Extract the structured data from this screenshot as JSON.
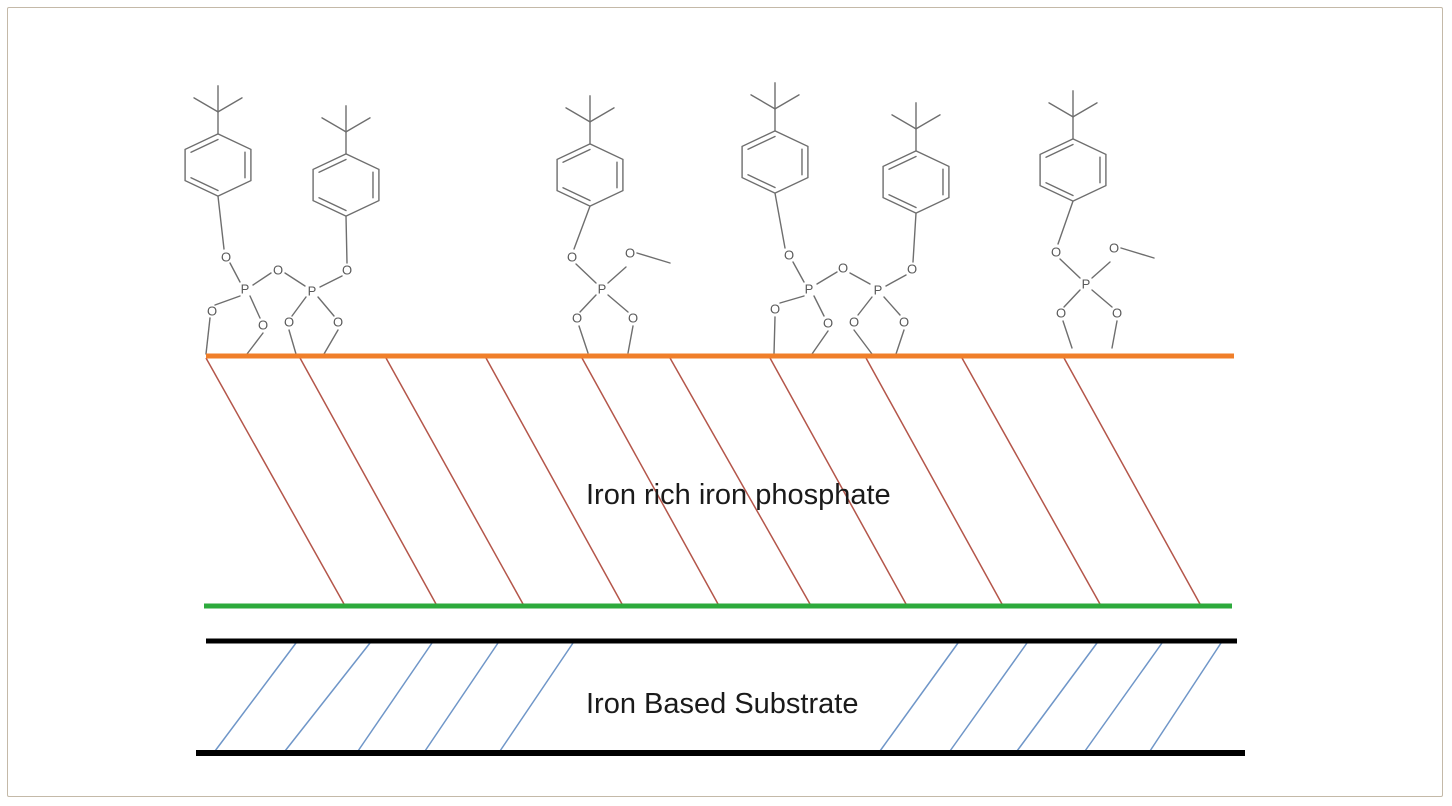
{
  "labels": {
    "phosphate_layer": "Iron rich iron phosphate",
    "substrate_layer": "Iron Based Substrate"
  },
  "atoms": {
    "oxygen": "O",
    "phosphorus": "P"
  },
  "colors": {
    "phosphate_top_line": "#f07f2a",
    "phosphate_hatch": "#b4564a",
    "interface_line": "#2daa3c",
    "substrate_line": "#000000",
    "substrate_hatch": "#6f96c8",
    "molecule": "#6e6e6e"
  },
  "molecules": [
    {
      "id": "ester-1",
      "type": "bridged"
    },
    {
      "id": "ester-2",
      "type": "bridged"
    },
    {
      "id": "ester-3",
      "type": "methoxy"
    },
    {
      "id": "ester-4",
      "type": "bridged"
    },
    {
      "id": "ester-5",
      "type": "bridged"
    },
    {
      "id": "ester-6",
      "type": "methoxy"
    }
  ]
}
